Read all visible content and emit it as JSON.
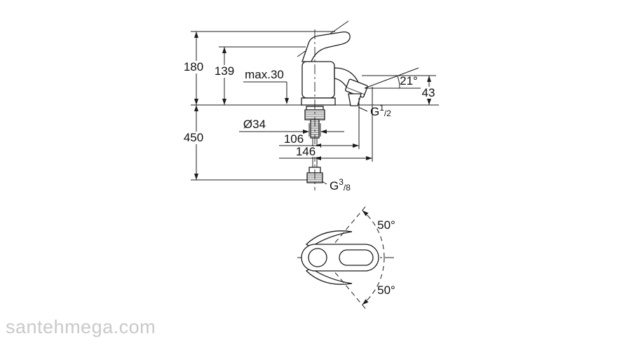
{
  "page": {
    "background": "#ffffff",
    "line_color": "#1c1c1c",
    "text_color": "#111111"
  },
  "side_view": {
    "total_height": "180",
    "body_height": "139",
    "max_deck": "max.30",
    "below_deck_depth": "450",
    "hole_diameter": "Ø34",
    "aerator_reach": "106",
    "spout_reach": "146",
    "spout_angle": "21°",
    "outlet_height": "43",
    "shower_thread": {
      "g": "G",
      "num": "1",
      "den": "/2"
    },
    "supply_thread": {
      "g": "G",
      "num": "3",
      "den": "/8"
    }
  },
  "top_view": {
    "swivel_up": "50°",
    "swivel_down": "50°"
  },
  "watermark": {
    "text": "santehmega.com",
    "color": "#c9c9c9"
  }
}
